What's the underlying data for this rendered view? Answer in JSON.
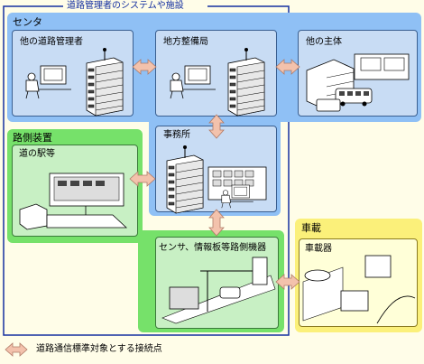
{
  "frame_title": "道路管理者のシステムや施設",
  "center": {
    "title": "センタ",
    "boxes": {
      "other_road_admin": "他の道路管理者",
      "regional_bureau": "地方整備局",
      "other_entity": "他の主体"
    }
  },
  "roadside": {
    "title": "路側装置",
    "box_station": "道の駅等"
  },
  "office": {
    "label": "事務所"
  },
  "sensor": {
    "label": "センサ、情報板等路側機器"
  },
  "vehicle": {
    "title": "車載",
    "box_onboard": "車載器"
  },
  "legend": {
    "text": "道路通信標準対象とする接続点"
  },
  "colors": {
    "center_bg": "#8fc0f5",
    "box_bg": "#c8dcf4",
    "roadside_bg": "#76e16a",
    "roadside_inner": "#c8f0c4",
    "vehicle_bg": "#fbf07a",
    "vehicle_inner": "#ffffd8",
    "arrow": "#f3c2ac",
    "frame": "#1530a0"
  }
}
